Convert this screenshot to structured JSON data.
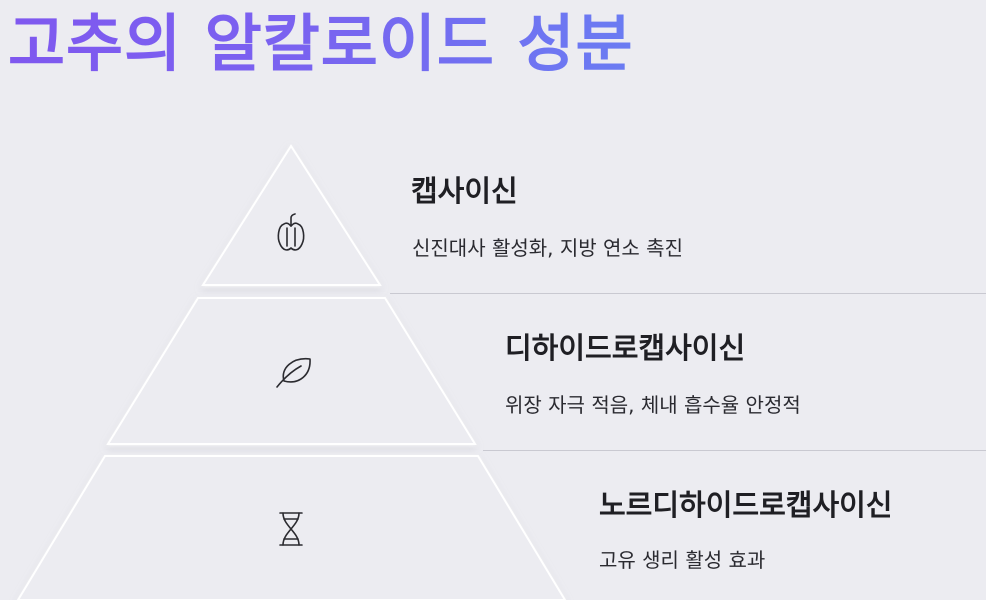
{
  "title": "고추의 알칼로이드 성분",
  "levels": [
    {
      "name": "캡사이신",
      "description": "신진대사 활성화, 지방 연소 촉진",
      "icon": "bell-pepper-icon"
    },
    {
      "name": "디하이드로캡사이신",
      "description": "위장 자극 적음, 체내 흡수율 안정적",
      "icon": "leaf-icon"
    },
    {
      "name": "노르디하이드로캡사이신",
      "description": "고유 생리 활성 효과",
      "icon": "dna-icon"
    }
  ],
  "colors": {
    "background": "#ececf1",
    "title_gradient_start": "#7f58ef",
    "title_gradient_end": "#6a7cf2",
    "pyramid_fill": "#ececf1",
    "divider": "#c9c9d1"
  }
}
